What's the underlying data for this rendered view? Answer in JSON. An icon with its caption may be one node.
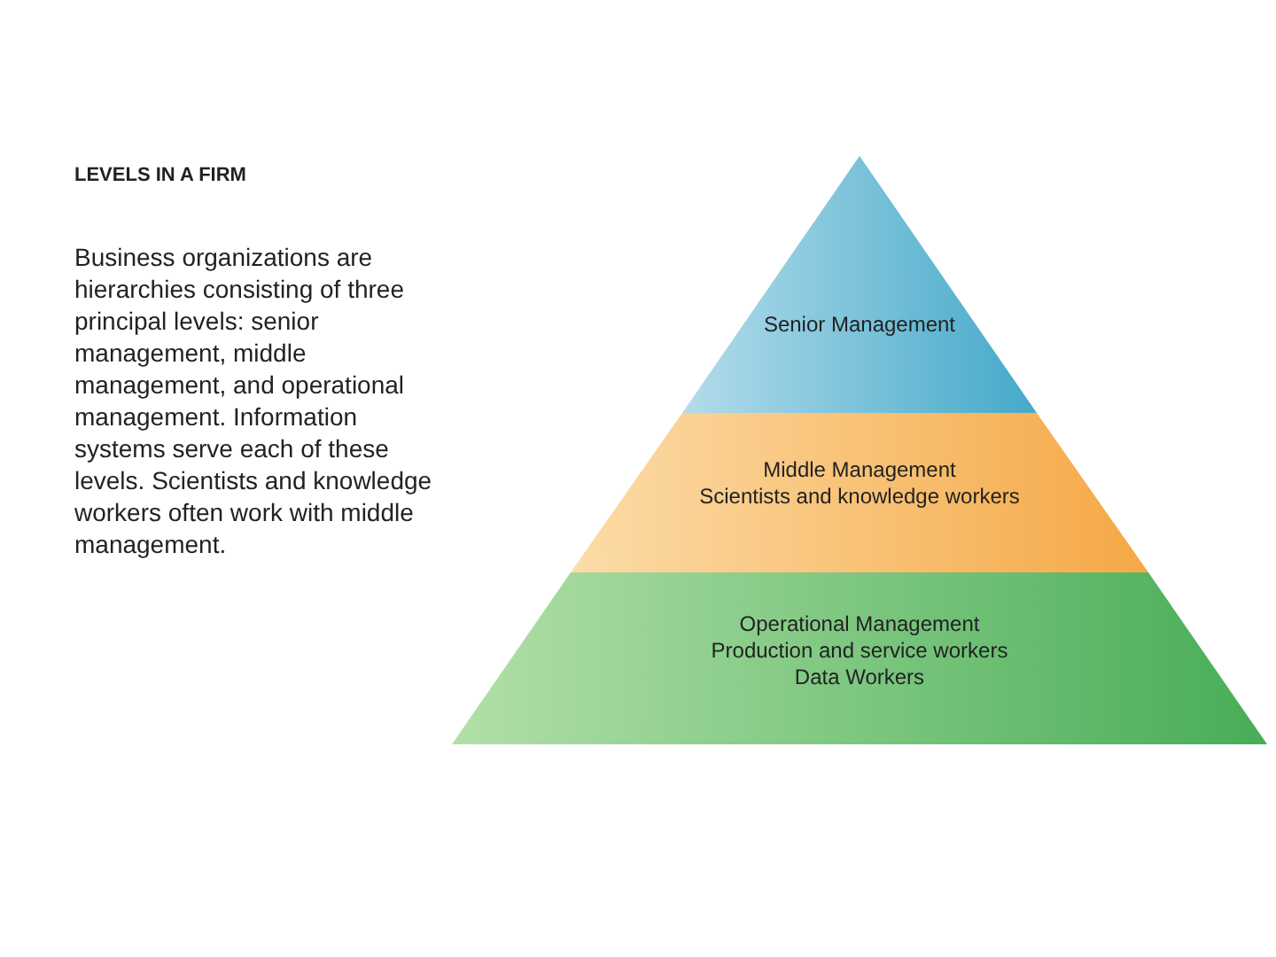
{
  "diagram": {
    "title": "LEVELS IN A FIRM",
    "nodes": [
      {
        "text": [
          "Senior Management"
        ]
      },
      {
        "text": [
          "Middle Management",
          "Scientists and knowledge workers"
        ]
      },
      {
        "text": [
          "Operational Management",
          "Production and service workers",
          "Data Workers"
        ]
      }
    ],
    "labels": [
      "Business organizations are hierarchies consisting of three principal levels: senior management, middle management, and operational management. Information systems serve each of these levels. Scientists and knowledge workers often work with middle management."
    ]
  }
}
